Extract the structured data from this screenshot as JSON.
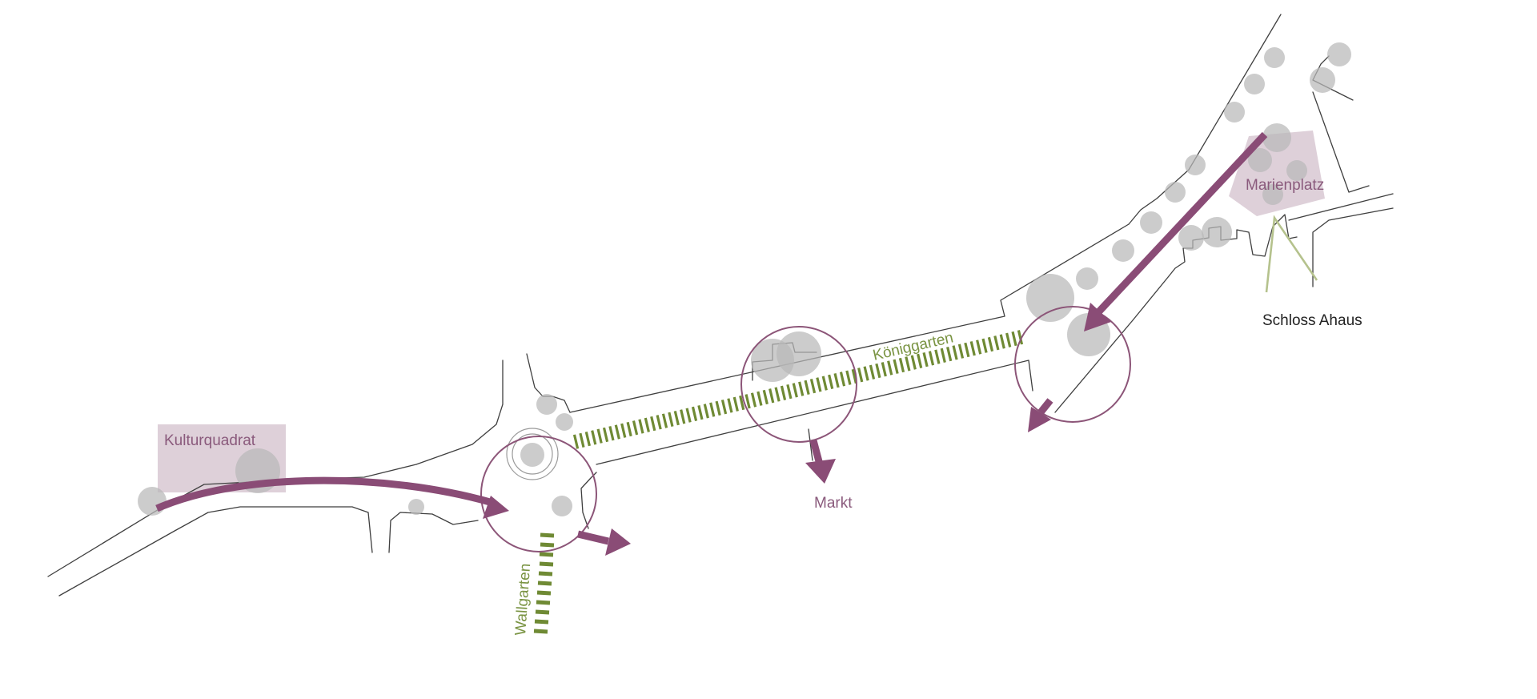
{
  "labels": {
    "kulturquadrat": "Kulturquadrat",
    "markt": "Markt",
    "koniggarten": "Königgarten",
    "wallgarten": "Wallgarten",
    "marienplatz": "Marienplatz",
    "schloss_ahaus": "Schloss Ahaus"
  },
  "colors": {
    "route_purple": "#8a4c76",
    "zone_purple": "#c9b3c2",
    "green_corridor": "#6f8a34",
    "tree_grey": "#b9b9b9",
    "street_line": "#3f3f3f"
  }
}
